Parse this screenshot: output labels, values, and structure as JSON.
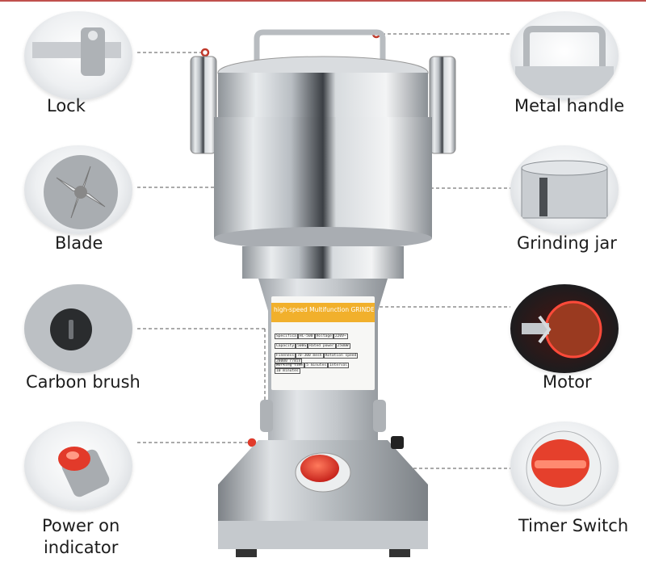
{
  "labels": {
    "lock": "Lock",
    "blade": "Blade",
    "carbon_brush": "Carbon brush",
    "power_indicator_line1": "Power on",
    "power_indicator_line2": "indicator",
    "metal_handle": "Metal handle",
    "grinding_jar": "Grinding jar",
    "motor": "Motor",
    "timer_switch": "Timer Switch"
  },
  "product_plate": {
    "title": "high-speed Multifunction GRINDER",
    "rows": [
      [
        "Specifica",
        "HC-500",
        "Voltage",
        "220V~"
      ],
      [
        "Capacity",
        "500G",
        "Rated power",
        "2500W"
      ],
      [
        "Fineness",
        "70-300 mesh",
        "Rotation speed",
        "28000 r/min"
      ],
      [
        "Working time",
        "5 minutes",
        "Interval",
        "10 minutes"
      ]
    ]
  },
  "colors": {
    "accent_red": "#c0392b",
    "plate_orange": "#f1b02c",
    "steel": "#c8ccd0"
  }
}
